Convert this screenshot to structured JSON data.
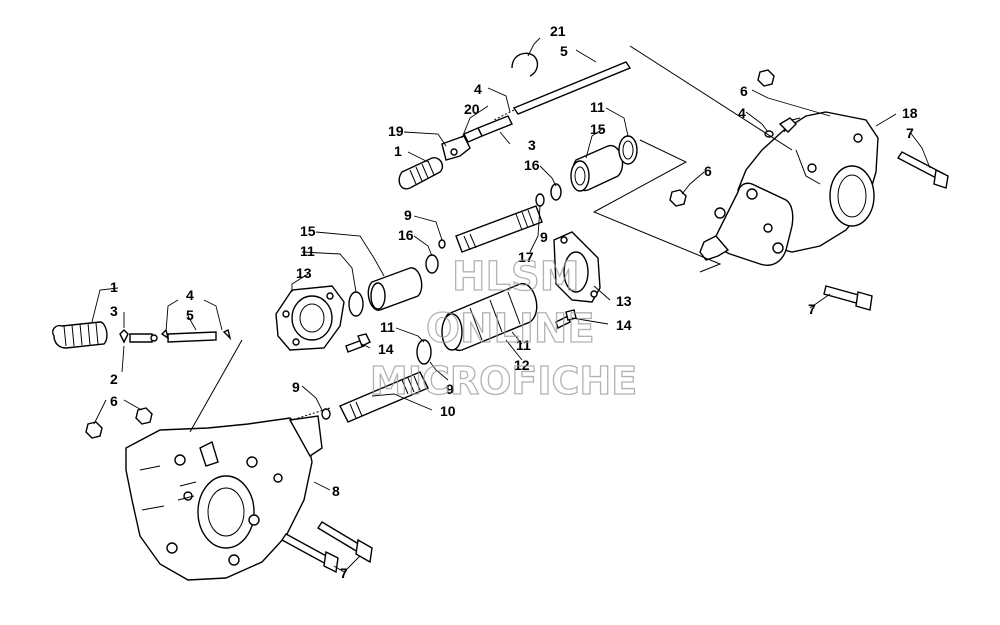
{
  "watermark": {
    "line1": "HLSM",
    "line2": "ONLINE",
    "line3": "MICROFICHE"
  },
  "callouts": [
    {
      "id": "c21",
      "text": "21"
    },
    {
      "id": "c5a",
      "text": "5"
    },
    {
      "id": "c4a",
      "text": "4"
    },
    {
      "id": "c20",
      "text": "20"
    },
    {
      "id": "c19",
      "text": "19"
    },
    {
      "id": "c3a",
      "text": "3"
    },
    {
      "id": "c1a",
      "text": "1"
    },
    {
      "id": "c11a",
      "text": "11"
    },
    {
      "id": "c15a",
      "text": "15"
    },
    {
      "id": "c16a",
      "text": "16"
    },
    {
      "id": "c6a",
      "text": "6"
    },
    {
      "id": "c4b",
      "text": "4"
    },
    {
      "id": "c18",
      "text": "18"
    },
    {
      "id": "c7a",
      "text": "7"
    },
    {
      "id": "c6b",
      "text": "6"
    },
    {
      "id": "c9a",
      "text": "9"
    },
    {
      "id": "c15b",
      "text": "15"
    },
    {
      "id": "c16b",
      "text": "16"
    },
    {
      "id": "c11b",
      "text": "11"
    },
    {
      "id": "c17",
      "text": "17"
    },
    {
      "id": "c9b",
      "text": "9"
    },
    {
      "id": "c13a",
      "text": "13"
    },
    {
      "id": "c13b",
      "text": "13"
    },
    {
      "id": "c14a",
      "text": "14"
    },
    {
      "id": "c7b",
      "text": "7"
    },
    {
      "id": "c1b",
      "text": "1"
    },
    {
      "id": "c3b",
      "text": "3"
    },
    {
      "id": "c4c",
      "text": "4"
    },
    {
      "id": "c5b",
      "text": "5"
    },
    {
      "id": "c2",
      "text": "2"
    },
    {
      "id": "c11c",
      "text": "11"
    },
    {
      "id": "c14b",
      "text": "14"
    },
    {
      "id": "c11d",
      "text": "11"
    },
    {
      "id": "c12",
      "text": "12"
    },
    {
      "id": "c9c",
      "text": "9"
    },
    {
      "id": "c9d",
      "text": "9"
    },
    {
      "id": "c10",
      "text": "10"
    },
    {
      "id": "c6c",
      "text": "6"
    },
    {
      "id": "c8",
      "text": "8"
    },
    {
      "id": "c7c",
      "text": "7"
    }
  ]
}
